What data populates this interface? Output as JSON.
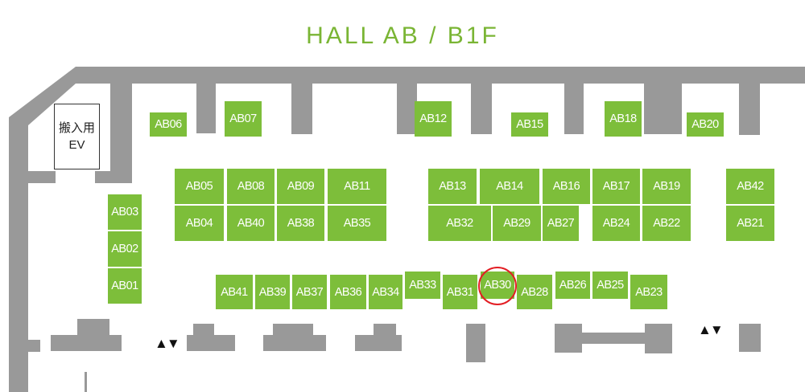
{
  "title": "HALL AB / B1F",
  "colors": {
    "wall": "#999999",
    "booth": "#7dbe3a",
    "title": "#7ab534",
    "marker": "#e31e24",
    "text": "#ffffff"
  },
  "ev_label": [
    "搬入用",
    "EV"
  ],
  "highlighted_booth": "AB30",
  "arrow_icons": [
    "elevator-up-down-icon",
    "elevator-up-down-icon"
  ],
  "booths": [
    "AB06",
    "AB07",
    "AB12",
    "AB15",
    "AB18",
    "AB20",
    "AB05",
    "AB08",
    "AB09",
    "AB11",
    "AB13",
    "AB14",
    "AB16",
    "AB17",
    "AB19",
    "AB42",
    "AB04",
    "AB40",
    "AB38",
    "AB35",
    "AB32",
    "AB29",
    "AB27",
    "AB24",
    "AB22",
    "AB21",
    "AB03",
    "AB02",
    "AB01",
    "AB41",
    "AB39",
    "AB37",
    "AB36",
    "AB34",
    "AB33",
    "AB31",
    "AB30",
    "AB28",
    "AB26",
    "AB25",
    "AB23"
  ]
}
